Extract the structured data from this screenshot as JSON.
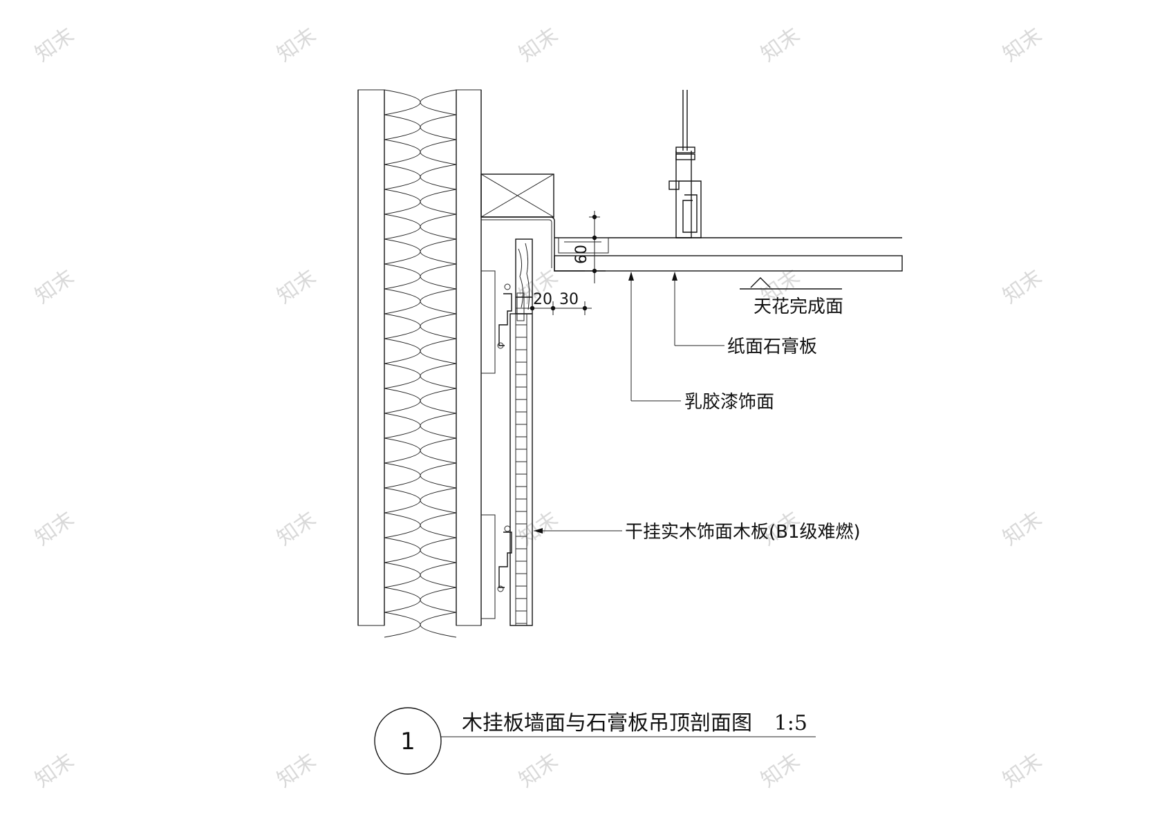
{
  "annotations": {
    "ceiling_finish": "天花完成面",
    "gypsum_board": "纸面石膏板",
    "latex_paint": "乳胶漆饰面",
    "wood_panel": "干挂实木饰面木板(B1级难燃)"
  },
  "dimensions": {
    "gap_vertical": "60",
    "offset_a": "20",
    "offset_b": "30"
  },
  "title_block": {
    "number": "1",
    "title": "木挂板墙面与石膏板吊顶剖面图",
    "scale": "1:5"
  },
  "watermark": "知末"
}
